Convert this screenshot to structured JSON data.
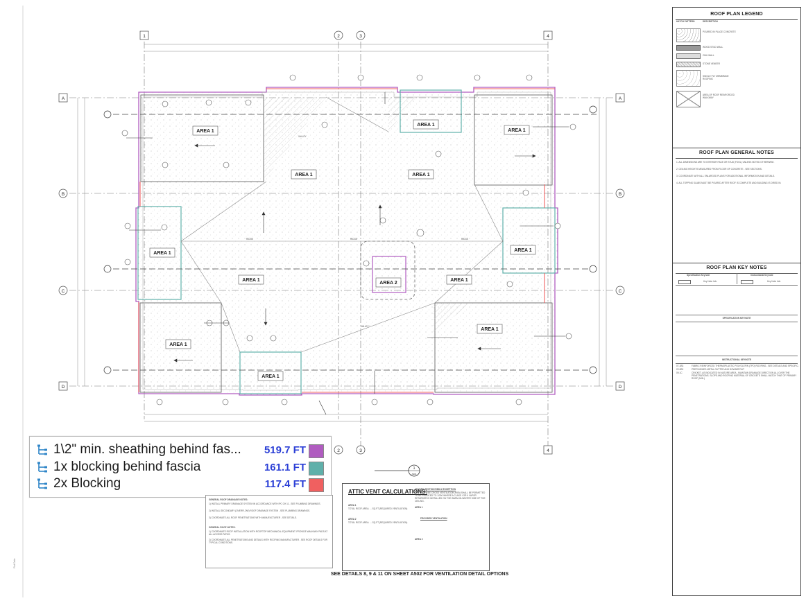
{
  "legend_panel": {
    "title": "ROOF PLAN LEGEND",
    "col_hatch": "HATCH PATTERN",
    "col_desc": "DESCRIPTION",
    "items": [
      {
        "desc": "POURED IN PLACE CONCRETE"
      },
      {
        "desc": "WOOD STUD WALL"
      },
      {
        "desc": "CMU WALL"
      },
      {
        "desc": "STONE VENEER"
      },
      {
        "desc": "SINGLE PLY MEMBRANE ROOFING"
      },
      {
        "desc": "AREA OF ROOF REINFORCED WALKWAY"
      }
    ]
  },
  "general_notes_panel": {
    "title": "ROOF PLAN GENERAL NOTES",
    "notes": [
      "1. ALL DIMENSIONS ARE TO INTERIOR FACE OR STUD (FOOL) UNLESS NOTED OTHERWISE.",
      "2. CEILING HEIGHTS MEASURED FROM FLOOR OF CONCRETE - SEE SECTIONS.",
      "3. COORDINATE WITH ALL ENLARGED PLANS FOR ADDITIONAL INFORMATION AND DETAILS.",
      "4. ALL TOPPING SLABS MUST BE POURED AFTER ROOF IS COMPLETE AND BUILDING IS DRIED IN."
    ]
  },
  "key_notes_panel": {
    "title": "ROOF PLAN KEY NOTES",
    "specification_keynote_header": "Specification Keynote",
    "instructional_keynote_header": "Instructional Keynote",
    "spec_value": "Key Note Info",
    "instr_value": "Key Note Info",
    "specification_section": "SPECIFICATION KEYNOTE",
    "instructional_section": "INSTRUCTIONAL KEYNOTE",
    "instructional_rows": [
      {
        "code": "07-1B3",
        "text": "FABRIC REINFORCED THERMOPLASTIC POLYOLEFIN (TPO) ROOFING - SEE DETAILS AND SPECIFICATIONS"
      },
      {
        "code": "22-0B2",
        "text": "PREFINISHED METAL GUTTER AND DOWNSPOUT"
      },
      {
        "code": "09-1C",
        "text": "CRICKET, AS INDICATED IN NATURE AREA - MAINTAIN DRAINAGE DIRECTION ALL OVER THE PENETRATIONS. SLOPE AND ROOFING MATERIAL OF CRICKETS SHALL MATCH THAT OF PRIMARY ROOF (MIN.)"
      }
    ]
  },
  "plan": {
    "grid_columns": [
      "1",
      "2",
      "3",
      "4"
    ],
    "grid_rows": [
      "A",
      "B",
      "C",
      "D"
    ],
    "area_labels": [
      "AREA 1",
      "AREA 1",
      "AREA 1",
      "AREA 1",
      "AREA 1",
      "AREA 1",
      "AREA 1",
      "AREA 1",
      "AREA 1",
      "AREA 1",
      "AREA 1",
      "AREA 2",
      "AREA 1"
    ],
    "ridge_label": "RIDGE",
    "valley_label": "VALLEY",
    "section_tag_number": "1",
    "section_tag_sheet": "A301"
  },
  "measure_legend": {
    "items": [
      {
        "label": "1\\2\" min. sheathing behind fas...",
        "value": "519.7 FT",
        "color": "#b05cc0"
      },
      {
        "label": "1x blocking behind fascia",
        "value": "161.1 FT",
        "color": "#5fb0aa"
      },
      {
        "label": "2x Blocking",
        "value": "117.4 FT",
        "color": "#f06060"
      }
    ],
    "icon_color": "#2f86c8"
  },
  "drainage_notes": {
    "title": "GENERAL ROOF DRAINAGE NOTES:",
    "lines": [
      "1) INSTALL PRIMARY DRAINAGE SYSTEM IN ACCORDANCE WITH IPC CH 11 - SEE PLUMBING DRAWINGS.",
      "2) INSTALL SECONDARY (OVERFLOW) ROOF DRAINAGE SYSTEM - SEE PLUMBING DRAWINGS.",
      "3) COORDINATE ALL ROOF PENETRATIONS WITH MANUFACTURER - SEE DETAILS.",
      "GENERAL ROOF NOTES:",
      "1) COORDINATE ROOF INSTALLATION WITH ROOFTOP MECHANICAL EQUIPMENT. PROVIDE WALKWAY PADS AT ALL ACCESS PATHS.",
      "2) COORDINATE ALL PENETRATIONS AND DETAILS WITH ROOFING MANUFACTURER - SEE ROOF DETAILS FOR TYPICAL CONDITIONS."
    ]
  },
  "attic": {
    "title": "ATTIC VENT CALCULATIONS:",
    "area1_label": "AREA 1",
    "area1_text": "TOTAL ROOF AREA: ... SQ.FT (REQUIRED VENTILATION)",
    "area2_label": "AREA 2",
    "area2_text": "TOTAL ROOF AREA: ... SQ.FT (REQUIRED VENTILATION)",
    "right_heading": "2015 IRC SECTION R806.2 EXCEPTION",
    "right_text": "THE NET FREE CROSS VENTILATION AREA SHALL BE PERMITTED TO BE REDUCED TO 1/300 WHERE A CLASS I OR II VAPOR RETARDER IS INSTALLED ON THE WARM-IN-WINTER SIDE OF THE CEILING.",
    "provided_label": "PROVIDED VENTILATION",
    "area1_right": "AREA 1",
    "area2_right": "AREA 2"
  },
  "bottom_note": "SEE DETAILS 8, 9 & 11 ON SHEET A502 FOR VENTILATION DETAIL OPTIONS"
}
